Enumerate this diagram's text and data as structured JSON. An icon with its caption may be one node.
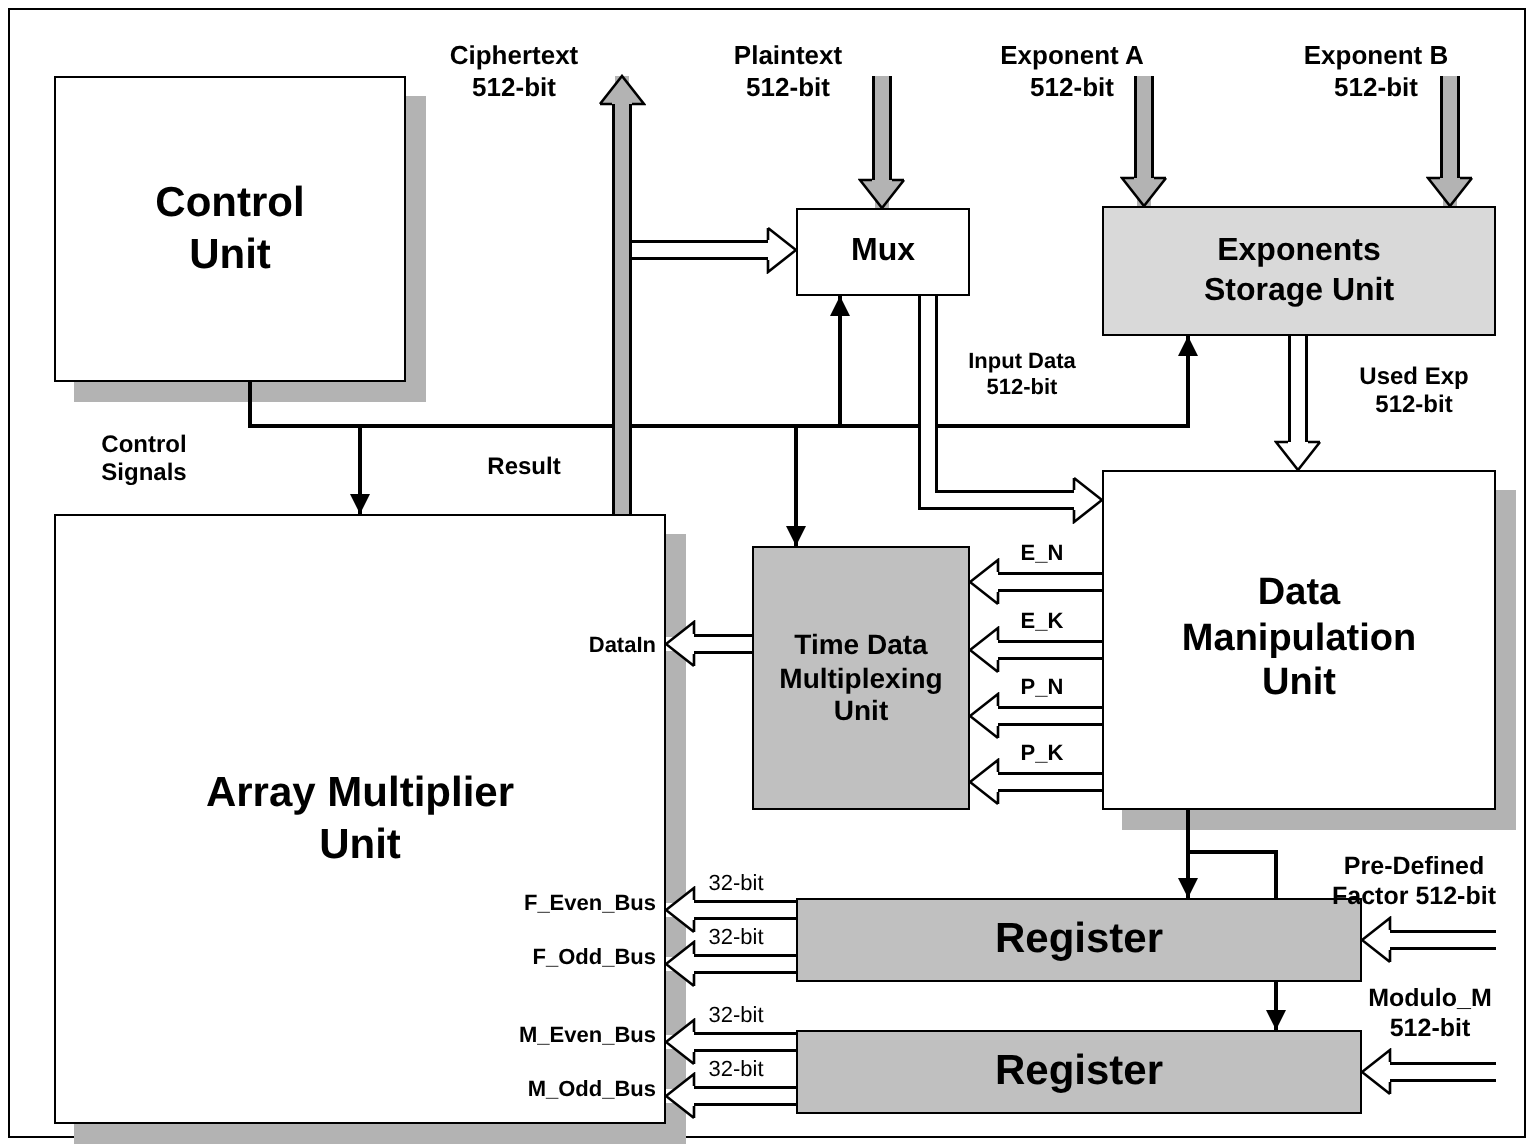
{
  "diagram": {
    "nodes": [
      {
        "text": [
          "Control Unit"
        ]
      },
      {
        "text": [
          "Mux"
        ]
      },
      {
        "text": [
          "Exponents Storage Unit"
        ]
      },
      {
        "text": [
          "Array Multiplier Unit",
          "DataIn",
          "F_Even_Bus",
          "F_Odd_Bus",
          "M_Even_Bus",
          "M_Odd_Bus"
        ]
      },
      {
        "text": [
          "Time Data Multiplexing Unit"
        ]
      },
      {
        "text": [
          "Data Manipulation Unit"
        ]
      },
      {
        "text": [
          "Register"
        ]
      },
      {
        "text": [
          "Register"
        ]
      },
      {
        "text": [
          "Ciphertext 512-bit"
        ]
      },
      {
        "text": [
          "Plaintext 512-bit"
        ]
      },
      {
        "text": [
          "Exponent A 512-bit"
        ]
      },
      {
        "text": [
          "Exponent B 512-bit"
        ]
      },
      {
        "text": [
          "Pre-Defined Factor 512-bit"
        ]
      },
      {
        "text": [
          "Modulo_M 512-bit"
        ]
      }
    ],
    "edges": [
      {
        "from": 0,
        "to": 3,
        "arrow": "to",
        "label": "Control Signals",
        "color": "#000000"
      },
      {
        "from": 0,
        "to": 1,
        "arrow": "to",
        "color": "#000000"
      },
      {
        "from": 0,
        "to": 4,
        "arrow": "to",
        "color": "#000000"
      },
      {
        "from": 0,
        "to": 2,
        "arrow": "to",
        "color": "#000000"
      },
      {
        "from": 3,
        "to": 8,
        "arrow": "to",
        "label": "Result",
        "color": "#b3b3b3"
      },
      {
        "from": 3,
        "to": 1,
        "arrow": "to"
      },
      {
        "from": 9,
        "to": 1,
        "arrow": "to",
        "color": "#b3b3b3"
      },
      {
        "from": 10,
        "to": 2,
        "arrow": "to",
        "color": "#b3b3b3"
      },
      {
        "from": 11,
        "to": 2,
        "arrow": "to",
        "color": "#b3b3b3"
      },
      {
        "from": 1,
        "to": 5,
        "arrow": "to",
        "label": "Input Data 512-bit"
      },
      {
        "from": 2,
        "to": 5,
        "arrow": "to",
        "label": "Used Exp 512-bit"
      },
      {
        "from": 5,
        "to": 4,
        "arrow": "to",
        "label": "E_N"
      },
      {
        "from": 5,
        "to": 4,
        "arrow": "to",
        "label": "E_K"
      },
      {
        "from": 5,
        "to": 4,
        "arrow": "to",
        "label": "P_N"
      },
      {
        "from": 5,
        "to": 4,
        "arrow": "to",
        "label": "P_K"
      },
      {
        "from": 4,
        "to": 3,
        "arrow": "to"
      },
      {
        "from": 6,
        "to": 3,
        "arrow": "to",
        "label": "32-bit"
      },
      {
        "from": 6,
        "to": 3,
        "arrow": "to",
        "label": "32-bit"
      },
      {
        "from": 7,
        "to": 3,
        "arrow": "to",
        "label": "32-bit"
      },
      {
        "from": 7,
        "to": 3,
        "arrow": "to",
        "label": "32-bit"
      },
      {
        "from": 5,
        "to": 6,
        "arrow": "to",
        "color": "#000000"
      },
      {
        "from": 5,
        "to": 6,
        "arrow": "none",
        "color": "#000000"
      },
      {
        "from": 6,
        "to": 7,
        "arrow": "to",
        "color": "#000000"
      },
      {
        "from": 12,
        "to": 6,
        "arrow": "to"
      },
      {
        "from": 13,
        "to": 7,
        "arrow": "to"
      }
    ]
  }
}
